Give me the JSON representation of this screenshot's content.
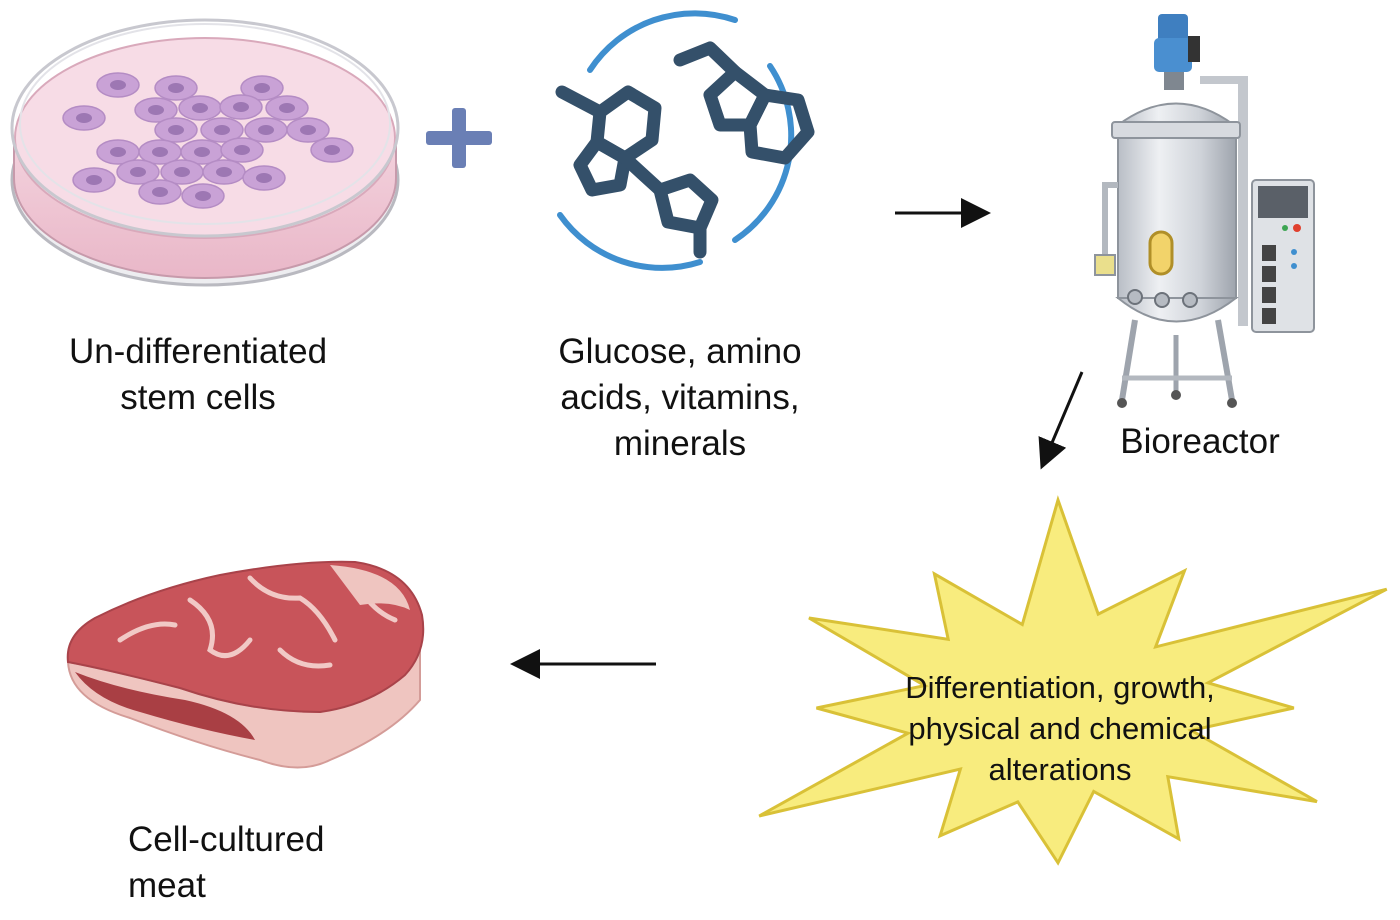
{
  "stem_cells": {
    "label_lines": [
      "Un-differentiated",
      "stem cells"
    ]
  },
  "nutrients": {
    "label_lines": [
      "Glucose, amino",
      "acids, vitamins,",
      "minerals"
    ]
  },
  "bioreactor": {
    "label": "Bioreactor"
  },
  "process": {
    "label_lines": [
      "Differentiation, growth,",
      "physical and chemical",
      "alterations"
    ]
  },
  "meat": {
    "label_lines": [
      "Cell-cultured",
      "meat"
    ]
  },
  "colors": {
    "plus": "#6a7fb5",
    "ring": "#3f8fcf",
    "molecule": "#34506a",
    "dish_medium": "#f7dce6",
    "cell": "#c9a2d6",
    "cell_nucleus": "#9d77b3",
    "burst_fill": "#f8ec7e",
    "burst_stroke": "#d9c137",
    "meat_red": "#c8545a",
    "meat_fat": "#efc5c0",
    "arrow": "#111111"
  }
}
